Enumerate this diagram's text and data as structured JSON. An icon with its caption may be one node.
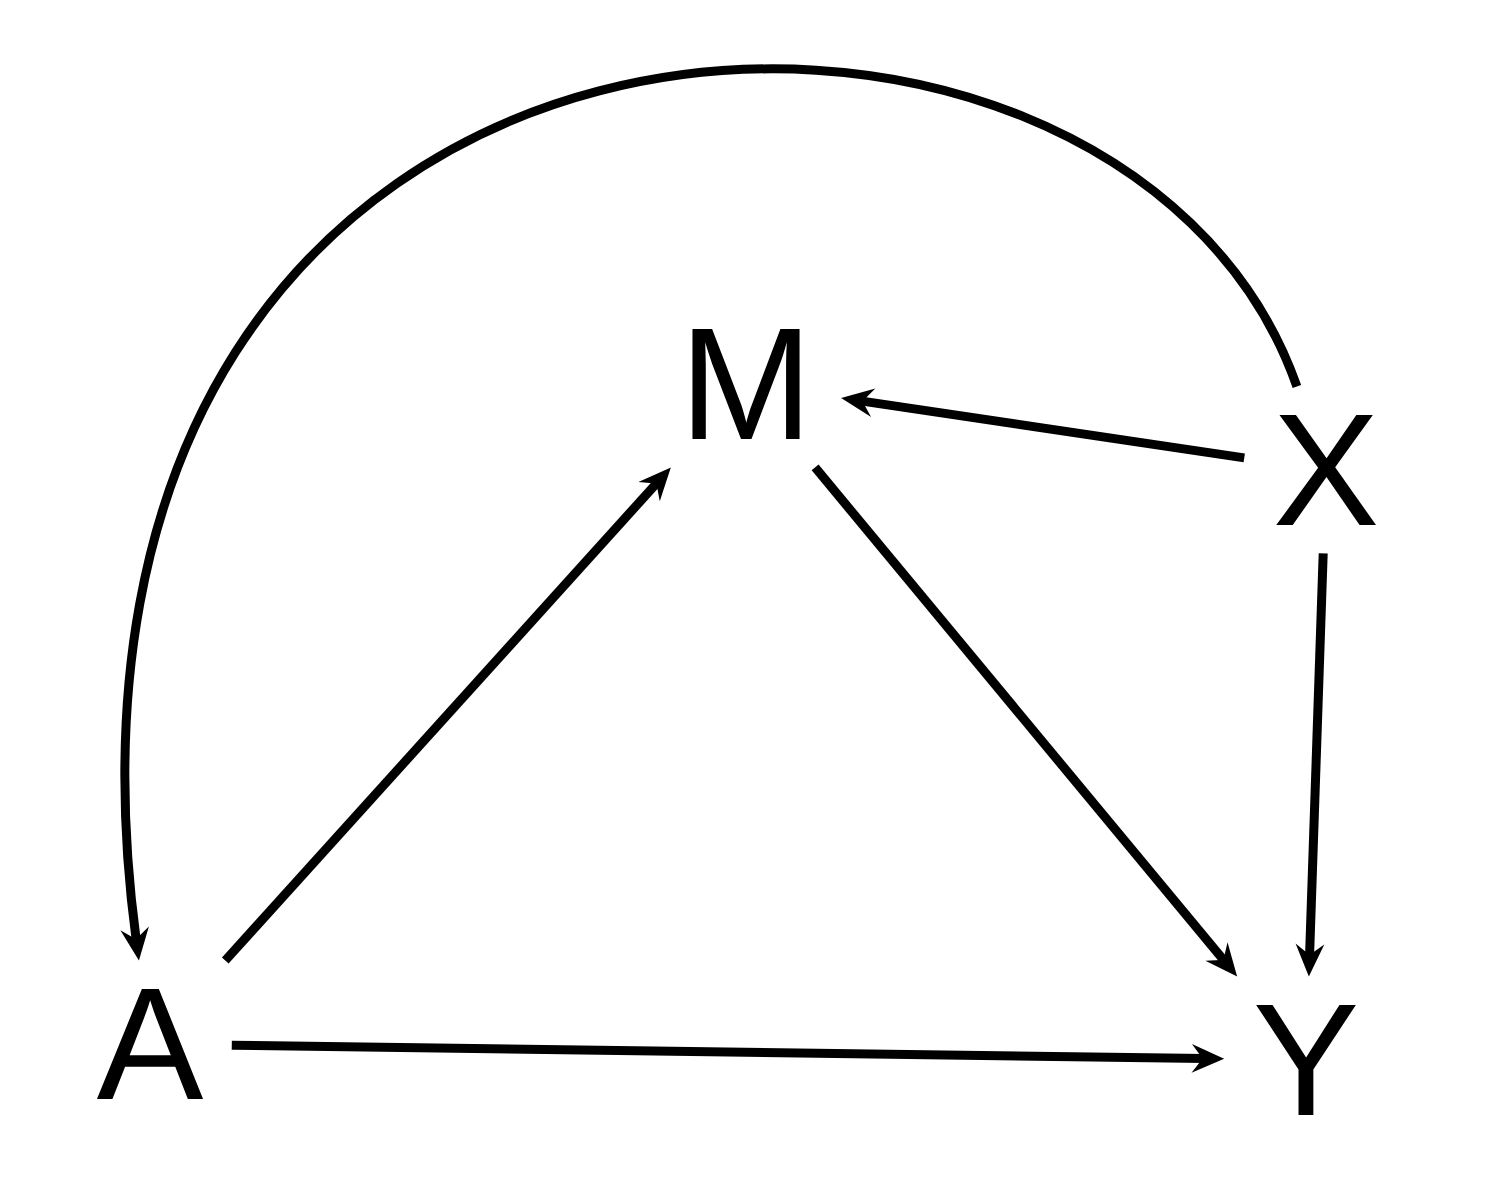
{
  "diagram": {
    "nodes": [
      {
        "text": [
          "M"
        ]
      },
      {
        "text": [
          "X"
        ]
      },
      {
        "text": [
          "A"
        ]
      },
      {
        "text": [
          "Y"
        ]
      }
    ],
    "edges": [
      {
        "from": 1,
        "to": 2,
        "arrow": "to"
      },
      {
        "from": 2,
        "to": 0,
        "arrow": "to"
      },
      {
        "from": 1,
        "to": 0,
        "arrow": "to"
      },
      {
        "from": 0,
        "to": 3,
        "arrow": "to"
      },
      {
        "from": 1,
        "to": 3,
        "arrow": "to"
      },
      {
        "from": 2,
        "to": 3,
        "arrow": "to"
      }
    ]
  }
}
